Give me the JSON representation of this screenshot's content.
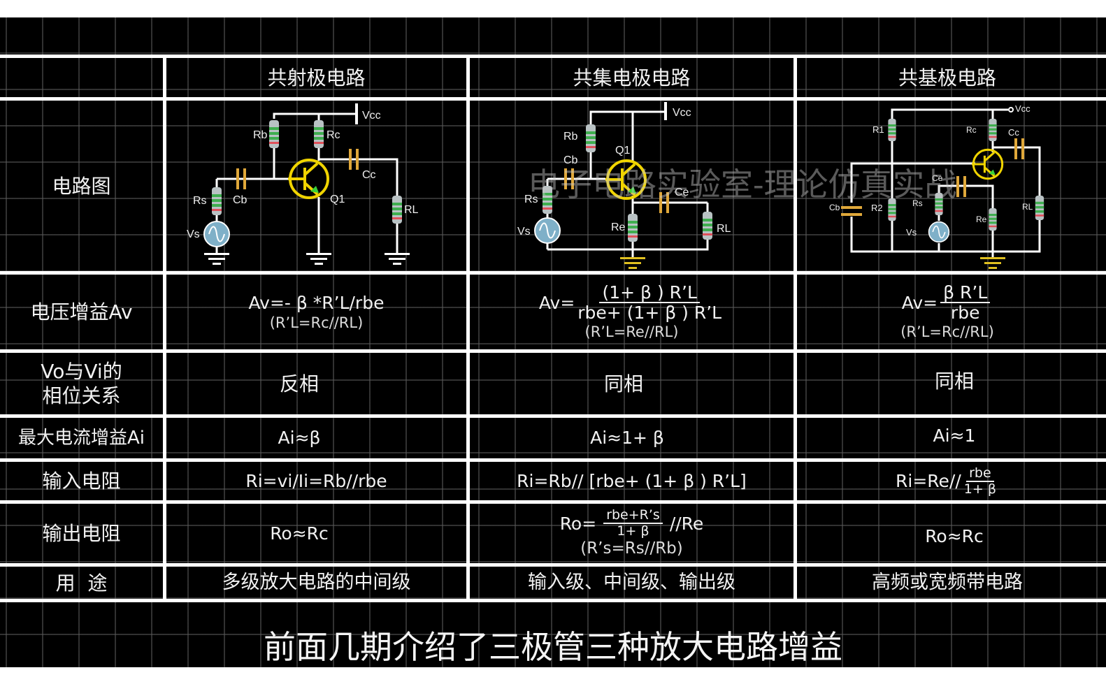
{
  "headers": [
    "共射极电路",
    "共集电极电路",
    "共基极电路"
  ],
  "row_labels": {
    "circuit": "电路图",
    "av": "电压增益Av",
    "phase_1": "Vo与Vi的",
    "phase_2": "相位关系",
    "ai": "最大电流增益Ai",
    "ri": "输入电阻",
    "ro": "输出电阻",
    "use": "用  途"
  },
  "ce": {
    "av": "Av=- β *R’L/rbe",
    "av_note": "(R’L=Rc//RL)",
    "phase": "反相",
    "ai": "Ai≈β",
    "ri": "Ri=vi/Ii=Rb//rbe",
    "ro": "Ro≈Rc",
    "use": "多级放大电路的中间级",
    "labels": {
      "vcc": "Vcc",
      "rb": "Rb",
      "rc": "Rc",
      "cb": "Cb",
      "cc": "Cc",
      "rs": "Rs",
      "vs": "Vs",
      "rl": "RL",
      "q1": "Q1"
    }
  },
  "cc": {
    "av_prefix": "Av=",
    "av_num": "(1+ β ) R’L",
    "av_den": "rbe+ (1+ β ) R’L",
    "av_note": "(R’L=Re//RL)",
    "phase": "同相",
    "ai": "Ai≈1+ β",
    "ri": "Ri=Rb// [rbe+ (1+ β ) R’L]",
    "ro_prefix": "Ro=",
    "ro_num": "rbe+R’s",
    "ro_den": "1+ β",
    "ro_suffix": "//Re",
    "ro_note": "(R’s=Rs//Rb)",
    "use": "输入级、中间级、输出级",
    "labels": {
      "vcc": "Vcc",
      "rb": "Rb",
      "cb": "Cb",
      "q1": "Q1",
      "ce": "Ce",
      "rs": "Rs",
      "vs": "Vs",
      "re": "Re",
      "rl": "RL"
    }
  },
  "cb": {
    "av_prefix": "Av=",
    "av_num": "β R’L",
    "av_den": "rbe",
    "av_note": "(R’L=Rc//RL)",
    "phase": "同相",
    "ai": "Ai≈1",
    "ri_prefix": "Ri=Re//",
    "ri_num": "rbe",
    "ri_den": "1+ β",
    "ro": "Ro≈Rc",
    "use": "高频或宽频带电路",
    "labels": {
      "vcc": "Vcc",
      "r1": "R1",
      "rc": "Rc",
      "cc": "Cc",
      "cb": "Cb",
      "r2": "R2",
      "ce": "Ce",
      "rs": "Rs",
      "vs": "Vs",
      "re": "Re",
      "rl": "RL"
    }
  },
  "watermark": "电子电路实验室-理论仿真实战",
  "subtitle": "前面几期介绍了三极管三种放大电路增益",
  "colors": {
    "transistor": "#f0d400",
    "capacitor": "#e0a83a",
    "source": "#7fb0c8",
    "wire": "#ffffff"
  }
}
